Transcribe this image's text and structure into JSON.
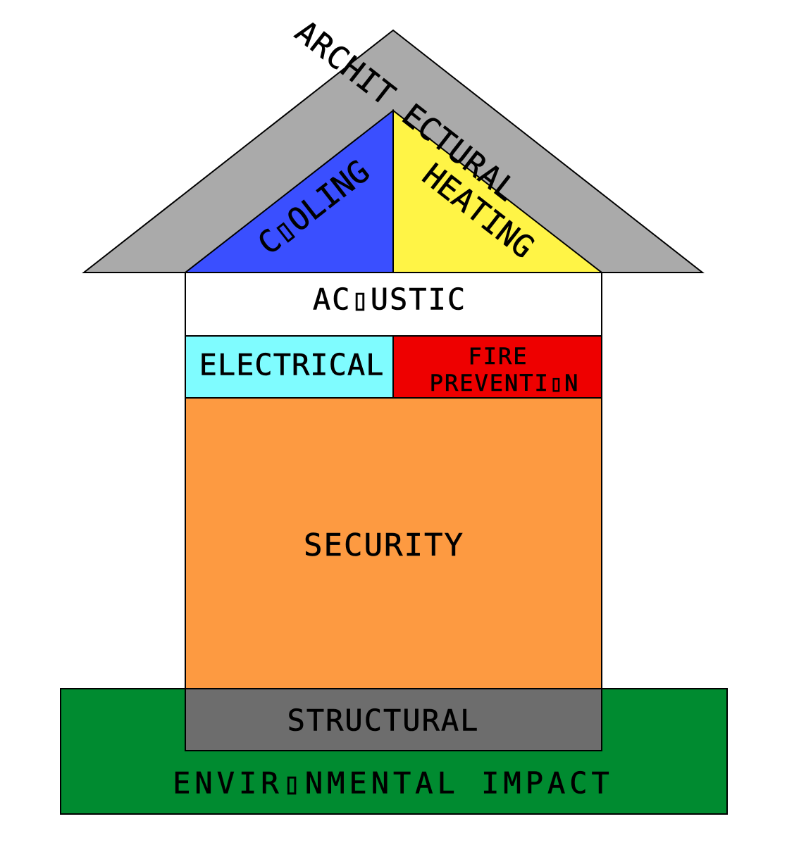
{
  "diagram": {
    "colors": {
      "architectural": "#aaaaaa",
      "cooling": "#3a4fff",
      "heating": "#fff446",
      "acoustic": "#ffffff",
      "electrical": "#7ffcff",
      "fire_prevention": "#ee0000",
      "security": "#fd9a41",
      "structural": "#6d6d6d",
      "environmental": "#008b30"
    },
    "roof": {
      "architectural": "ARCHIT ECTURAL",
      "cooling": "C▯OLING",
      "heating": "HEATING"
    },
    "acoustic": "AC▯USTIC",
    "electrical": "ELECTRICAL",
    "fire_prevention": {
      "line1": "FIRE",
      "line2": "PREVENTI▯N"
    },
    "security": "SECURITY",
    "structural": "STRUCTURAL",
    "environmental_impact": "ENVIR▯NMENTAL IMPACT"
  }
}
